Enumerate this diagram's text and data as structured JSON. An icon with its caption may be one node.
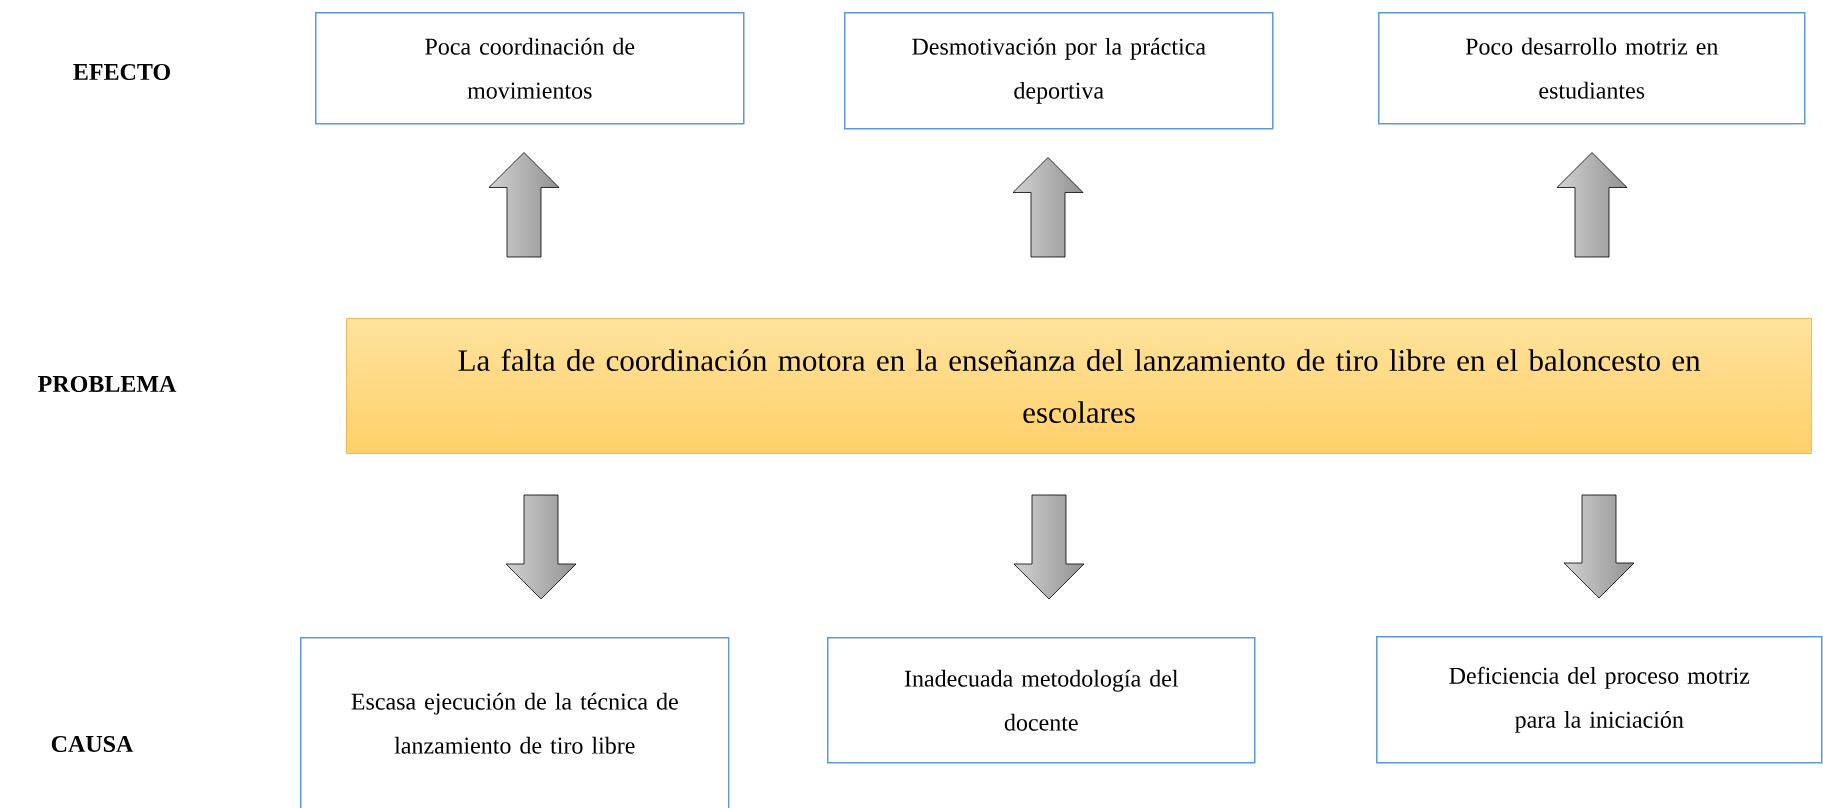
{
  "diagram": {
    "nodes": [
      {
        "text": [
          "Poca coordinación de movimientos"
        ]
      },
      {
        "text": [
          "Desmotivación por la práctica deportiva"
        ]
      },
      {
        "text": [
          "Poco desarrollo motriz en estudiantes"
        ]
      },
      {
        "text": [
          "La falta de coordinación motora en la enseñanza del lanzamiento de tiro libre en el baloncesto en escolares"
        ]
      },
      {
        "text": [
          "Escasa ejecución de la técnica de lanzamiento de tiro libre"
        ]
      },
      {
        "text": [
          "Inadecuada metodología del docente"
        ]
      },
      {
        "text": [
          "Deficiencia del proceso motriz para la iniciación"
        ]
      }
    ],
    "edges": [
      {
        "from": 3,
        "to": 0,
        "arrow": "to"
      },
      {
        "from": 3,
        "to": 1,
        "arrow": "to"
      },
      {
        "from": 3,
        "to": 2,
        "arrow": "to"
      },
      {
        "from": 3,
        "to": 4,
        "arrow": "to"
      },
      {
        "from": 3,
        "to": 5,
        "arrow": "to"
      },
      {
        "from": 3,
        "to": 6,
        "arrow": "to"
      }
    ],
    "labels": [
      "EFECTO",
      "PROBLEMA",
      "CAUSA"
    ]
  }
}
